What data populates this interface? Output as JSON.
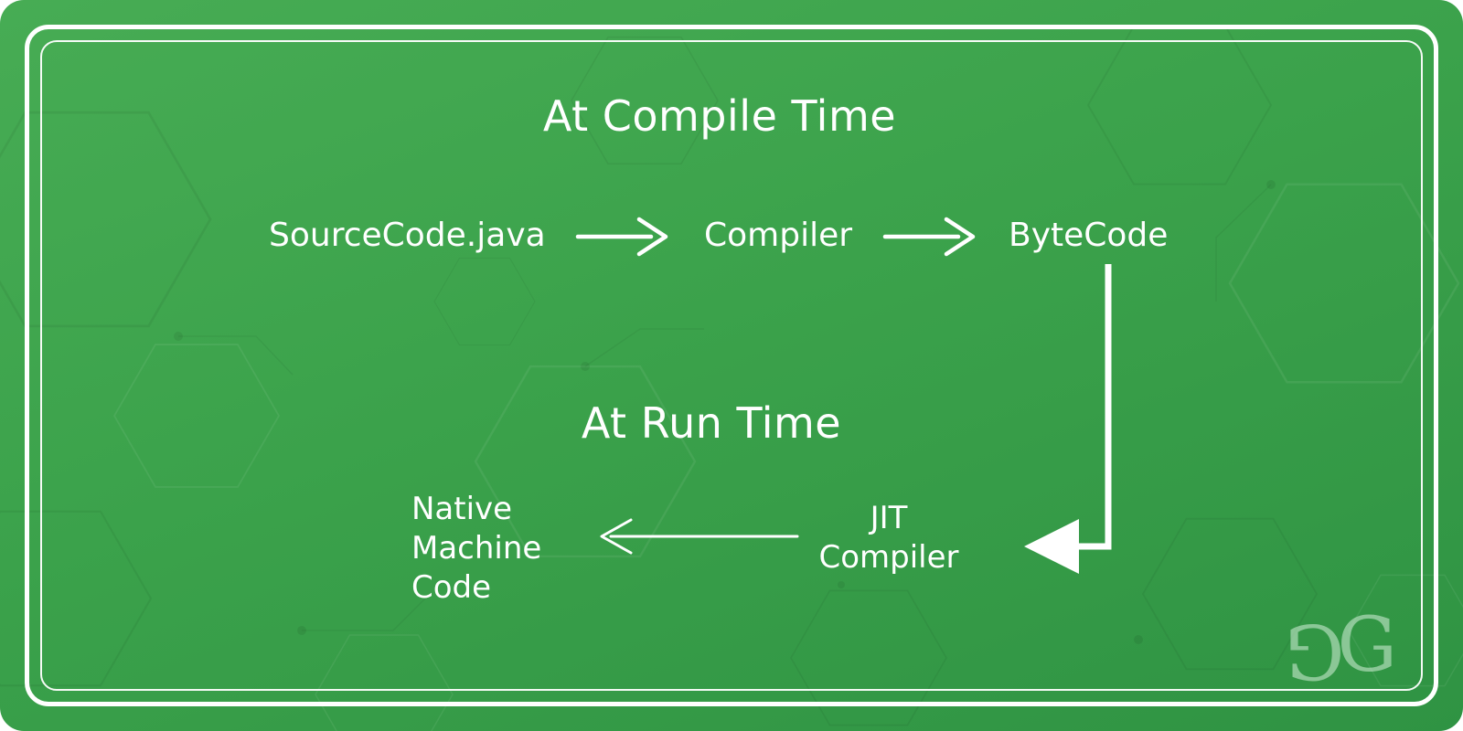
{
  "colors": {
    "background_green": "#3ba24b",
    "frame_white": "#ffffff",
    "text_white": "#ffffff",
    "watermark_green": "#a6d9ad"
  },
  "compile": {
    "title": "At Compile Time",
    "nodes": [
      "SourceCode.java",
      "Compiler",
      "ByteCode"
    ]
  },
  "run": {
    "title": "At Run Time",
    "native_machine_code": [
      "Native",
      "Machine",
      "Code"
    ],
    "jit_compiler": [
      "JIT",
      "Compiler"
    ]
  },
  "watermark": {
    "g1": "G",
    "g2": "G"
  }
}
